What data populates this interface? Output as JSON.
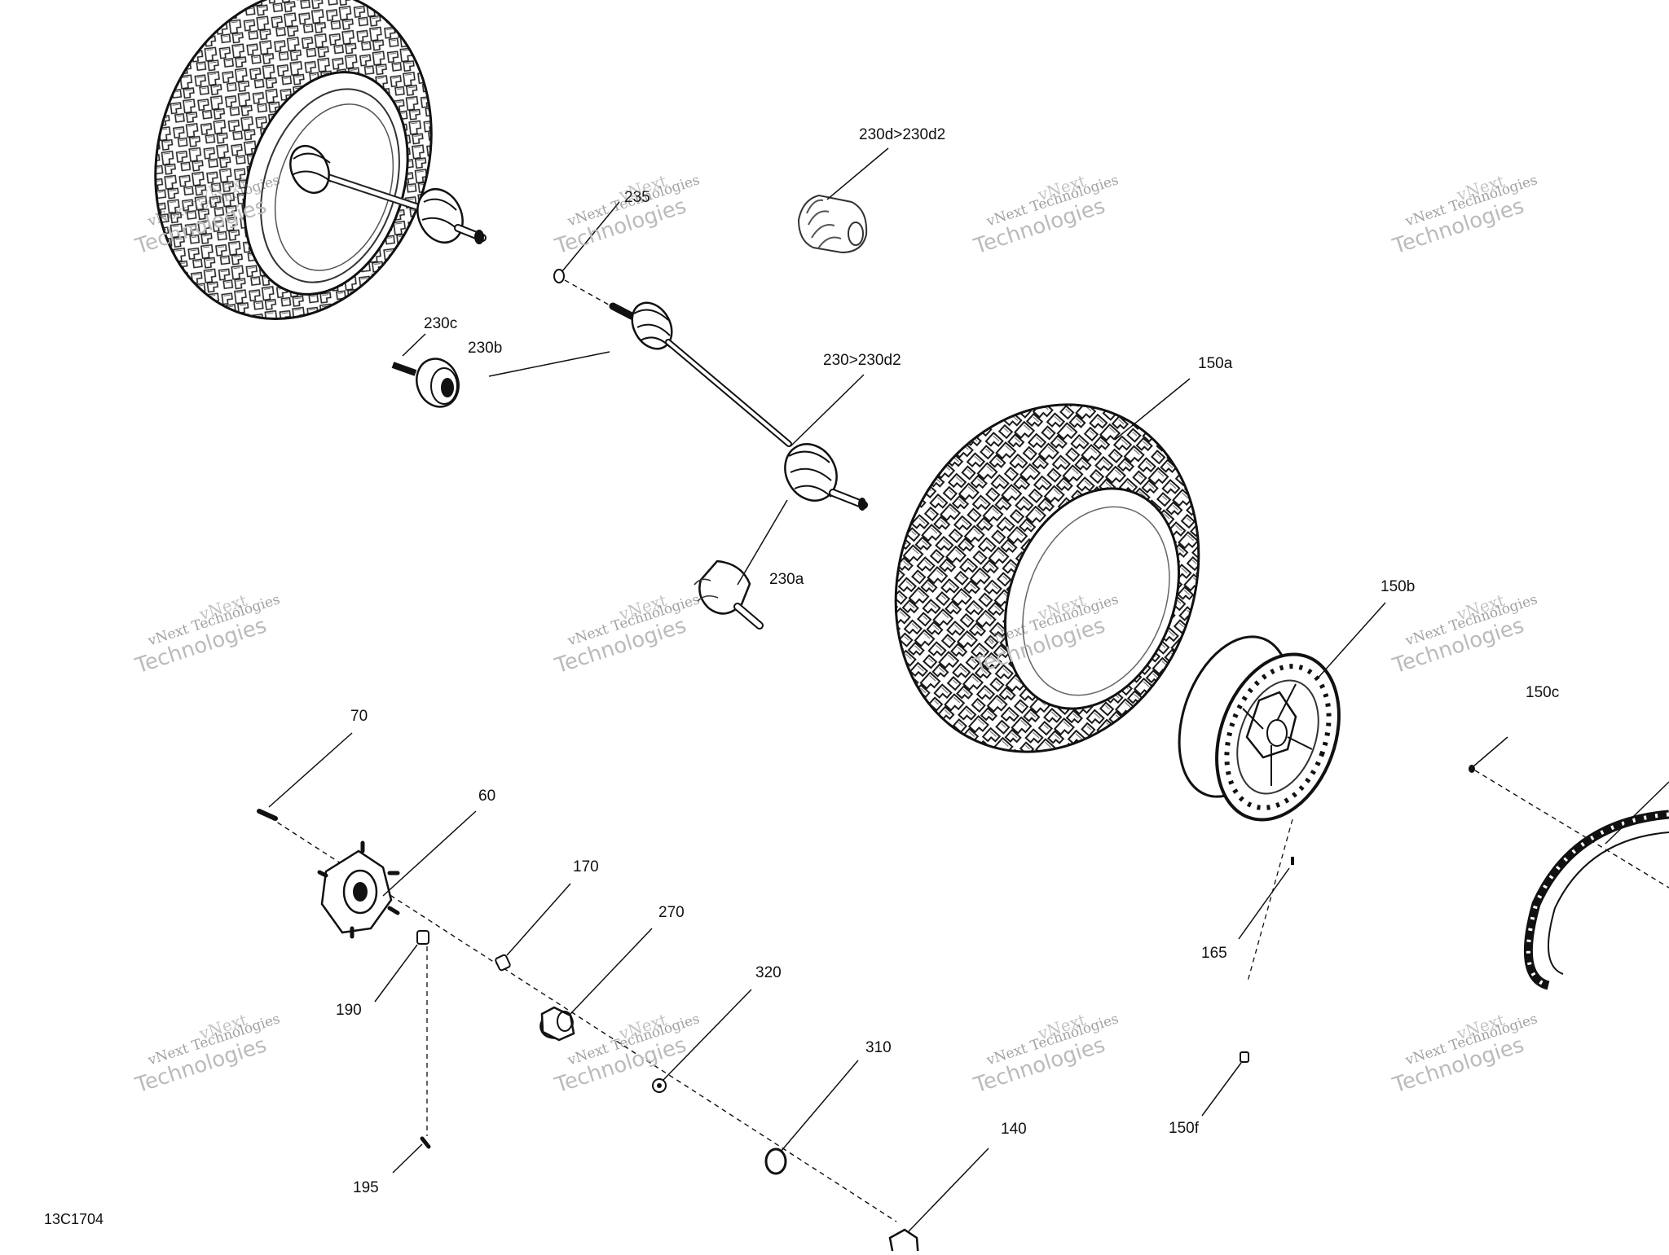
{
  "diagram": {
    "code": "13C1704",
    "callouts": {
      "c230d_230d2": "230d>230d2",
      "c235": "235",
      "c230c": "230c",
      "c230b": "230b",
      "c230_230d2": "230>230d2",
      "c150a": "150a",
      "c230a": "230a",
      "c150b": "150b",
      "c150c": "150c",
      "c70": "70",
      "c60": "60",
      "c170": "170",
      "c270": "270",
      "c320": "320",
      "c165": "165",
      "c190": "190",
      "c310": "310",
      "c150f": "150f",
      "c140": "140",
      "c195": "195"
    },
    "watermark": {
      "line0": "vNext",
      "line1": "vNext Technologies",
      "line2": "Technologies"
    }
  }
}
